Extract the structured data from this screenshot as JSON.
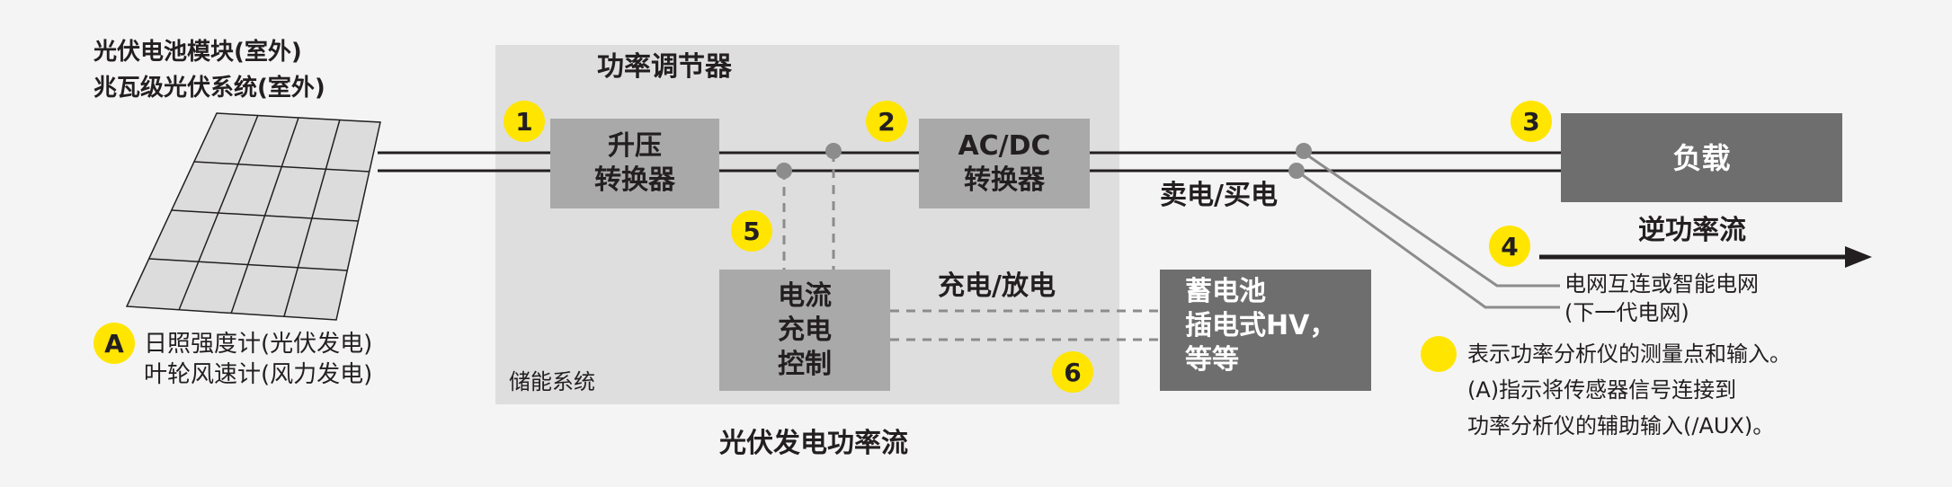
{
  "colors": {
    "background": "#f4f4f4",
    "conditioner_panel": "#dedede",
    "light_box": "#a9a9a9",
    "dark_box": "#6f6e6e",
    "marker_yellow": "#ffe500",
    "wire_dark": "#231f20",
    "wire_gray": "#8c8c8c"
  },
  "pv": {
    "line1": "光伏电池模块(室外)",
    "line2": "兆瓦级光伏系统(室外)"
  },
  "sensor": {
    "badge": "A",
    "line1": "日照强度计(光伏发电)",
    "line2": "叶轮风速计(风力发电)"
  },
  "conditioner": {
    "title": "功率调节器",
    "storage_label": "储能系统"
  },
  "boost": {
    "line1": "升压",
    "line2": "转换器"
  },
  "acdc": {
    "line1": "AC/DC",
    "line2": "转换器"
  },
  "charge_ctrl": {
    "line1": "电流",
    "line2": "充电",
    "line3": "控制"
  },
  "battery": {
    "line1": "蓄电池",
    "line2": "插电式HV，",
    "line3": "等等"
  },
  "load": {
    "label": "负载"
  },
  "labels": {
    "sell_buy": "卖电/买电",
    "charge_discharge": "充电/放电",
    "reverse_flow": "逆功率流",
    "grid_line1": "电网互连或智能电网",
    "grid_line2": "(下一代电网)",
    "bottom_title": "光伏发电功率流"
  },
  "points": [
    "1",
    "2",
    "3",
    "4",
    "5",
    "6"
  ],
  "legend": {
    "line1": "表示功率分析仪的测量点和输入。",
    "line2": "(A)指示将传感器信号连接到",
    "line3": "功率分析仪的辅助输入(/AUX)。"
  }
}
